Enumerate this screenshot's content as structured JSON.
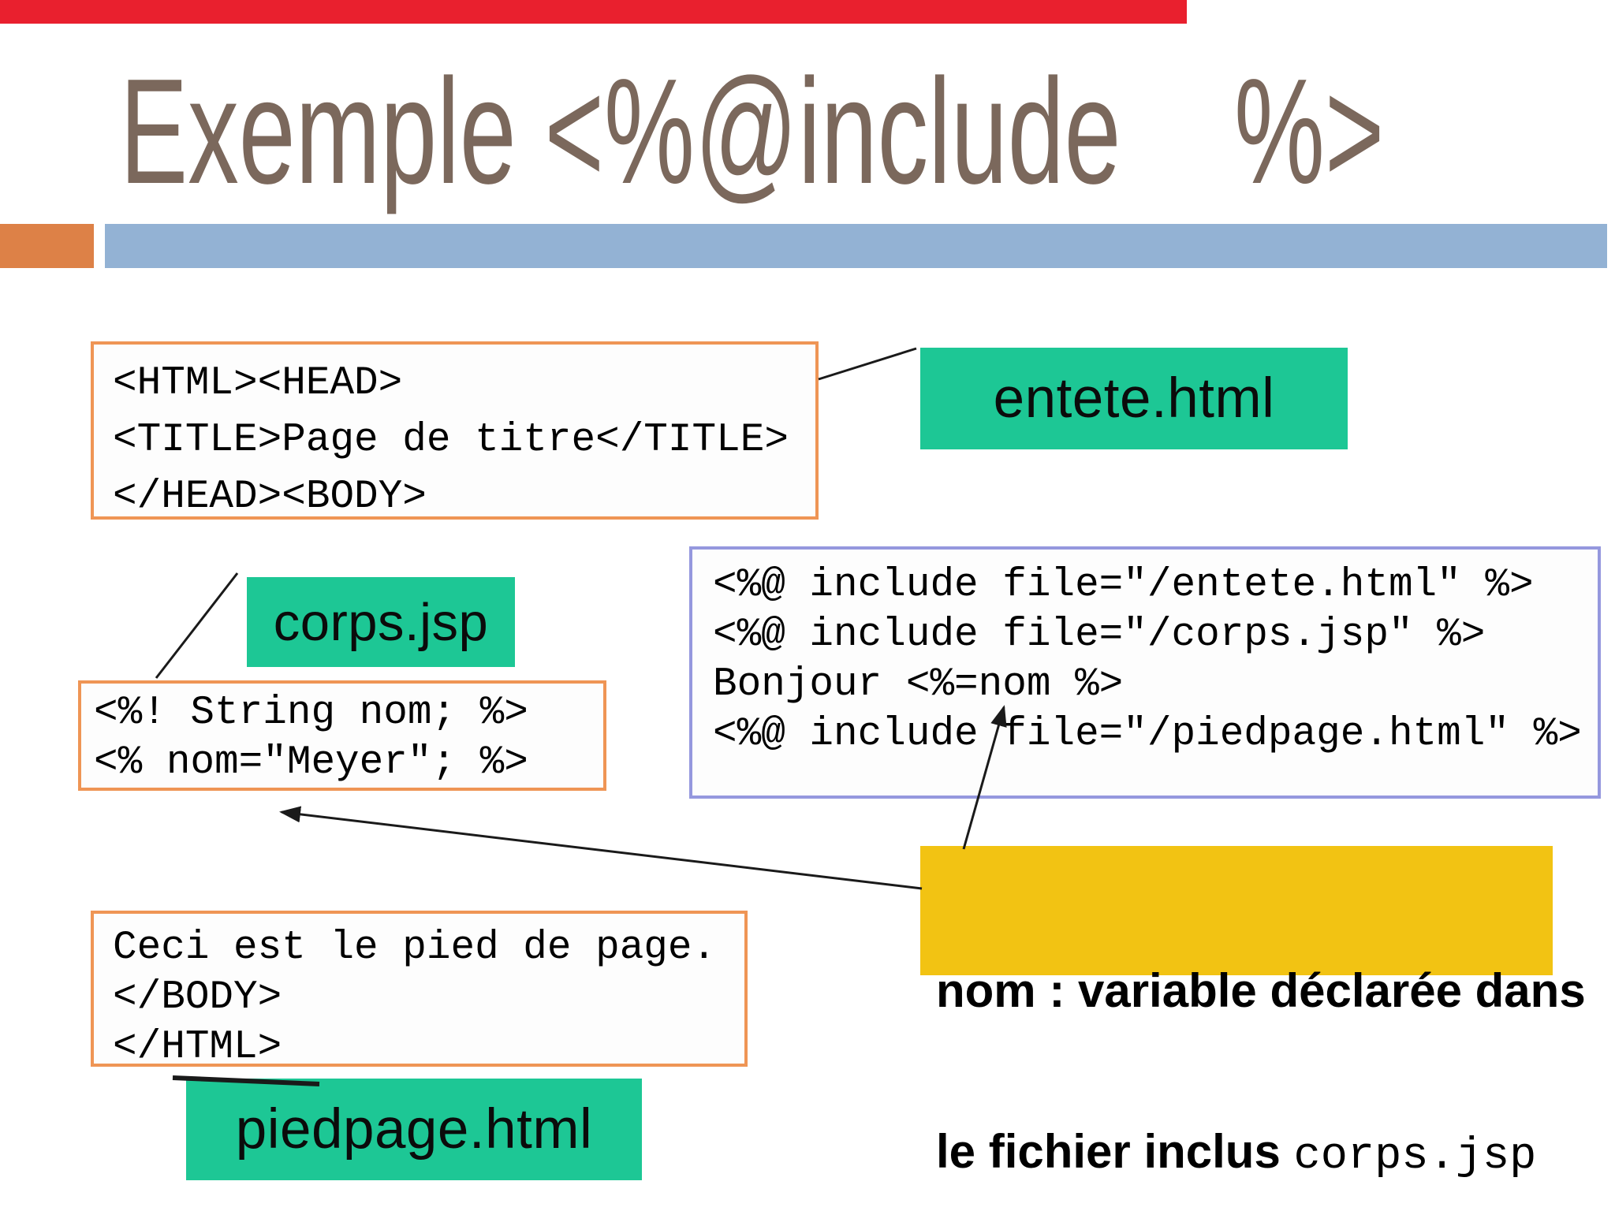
{
  "slide": {
    "title": "Exemple <%@include    %>"
  },
  "colors": {
    "red_bar": "#e9202e",
    "accent_square_orange": "#dd8147",
    "accent_bar_blue": "#93b2d4",
    "title_text": "#7b685c",
    "code_border_orange": "#ef9555",
    "code_border_purple": "#9598de",
    "file_label_green": "#1dc795",
    "note_yellow": "#f2c313"
  },
  "entete_code": {
    "lines": [
      "<HTML><HEAD>",
      "<TITLE>Page de titre</TITLE>",
      "</HEAD><BODY>"
    ]
  },
  "entete_label": "entete.html",
  "corps_label": "corps.jsp",
  "corps_code": {
    "lines": [
      "<%! String nom; %>",
      "<% nom=\"Meyer\"; %>"
    ]
  },
  "jsp_code": {
    "lines": [
      "<%@ include file=\"/entete.html\" %>",
      "<%@ include file=\"/corps.jsp\" %>",
      "Bonjour <%=nom %>",
      "<%@ include file=\"/piedpage.html\" %>"
    ]
  },
  "note": {
    "line1": "nom : variable déclarée dans",
    "line2_text": "le fichier inclus ",
    "line2_code": "corps.jsp"
  },
  "pied_code": {
    "lines": [
      "Ceci est le pied de page.",
      "</BODY>",
      "</HTML>"
    ]
  },
  "pied_label": "piedpage.html"
}
